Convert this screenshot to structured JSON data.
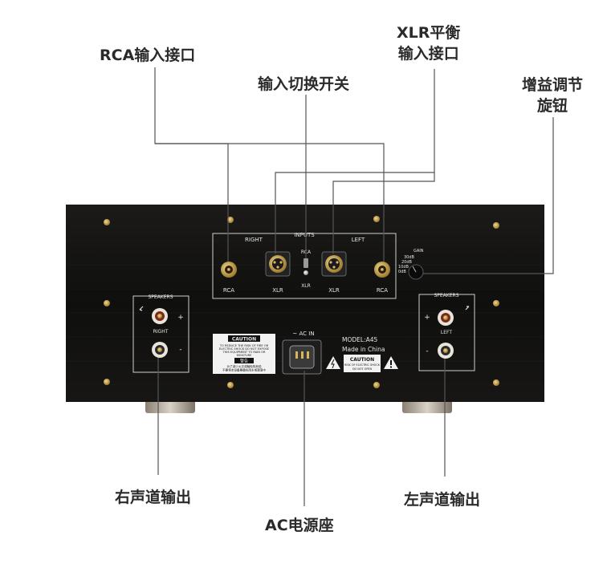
{
  "callouts": {
    "rca_input": "RCA输入接口",
    "xlr_input_line1": "XLR平衡",
    "xlr_input_line2": "输入接口",
    "input_switch": "输入切换开关",
    "gain_knob_line1": "增益调节",
    "gain_knob_line2": "旋钮",
    "right_output": "右声道输出",
    "left_output": "左声道输出",
    "ac_socket": "AC电源座"
  },
  "panel": {
    "inputs_title": "INPUTS",
    "right": "RIGHT",
    "left": "LEFT",
    "rca": "RCA",
    "xlr": "XLR",
    "speakers": "SPEAKERS",
    "plus": "+",
    "minus": "-",
    "gain": "GAIN",
    "gain_steps": [
      "30dB",
      "20dB",
      "10dB",
      "0dB"
    ],
    "ac_in": "~ AC IN",
    "model": "MODEL:A45",
    "made_in": "Made in China",
    "caution": "CAUTION",
    "caution_lines": [
      "TO REDUCE THE RISK OF FIRE OR",
      "ELECTRIC SHOCK DO NOT EXPOSE",
      "THIS EQUIPMENT TO RAIN OR",
      "MOISTURE"
    ],
    "warning_cn": "警告",
    "warning_cn_lines": [
      "为了减少火灾或触电的危险",
      "不要将本设备暴露在雨水或潮湿中"
    ],
    "caution_small_lines": [
      "RISK OF ELECTRIC SHOCK",
      "DO NOT OPEN"
    ]
  }
}
